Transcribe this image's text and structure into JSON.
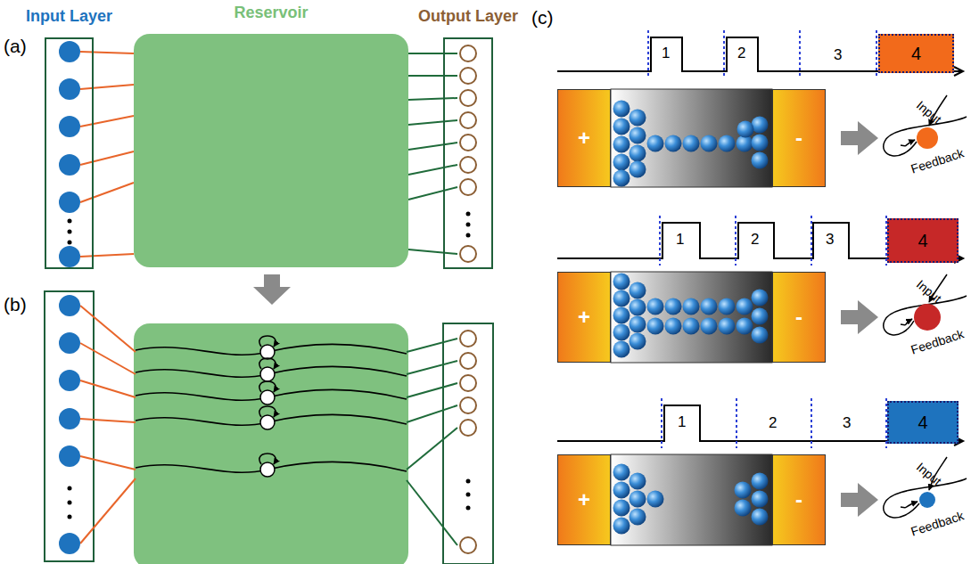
{
  "diagram": {
    "nodes": [
      {
        "text": [
          "Input Layer"
        ]
      },
      {
        "text": [
          "Reservoir"
        ]
      },
      {
        "text": [
          "Output Layer"
        ]
      },
      {
        "text": [
          "4"
        ]
      },
      {
        "text": [
          "+"
        ]
      },
      {
        "text": [
          "-"
        ]
      },
      {
        "text": [
          "4"
        ]
      },
      {
        "text": [
          "+"
        ]
      },
      {
        "text": [
          "-"
        ]
      },
      {
        "text": [
          "4"
        ]
      },
      {
        "text": [
          "+"
        ]
      },
      {
        "text": [
          "-"
        ]
      }
    ],
    "labels": [
      "(a)",
      "(b)",
      "(c)",
      "1",
      "2",
      "3",
      "Input",
      "Feedback",
      "1",
      "2",
      "3",
      "Input",
      "Feedback",
      "1",
      "2",
      "3",
      "Input",
      "Feedback"
    ]
  }
}
